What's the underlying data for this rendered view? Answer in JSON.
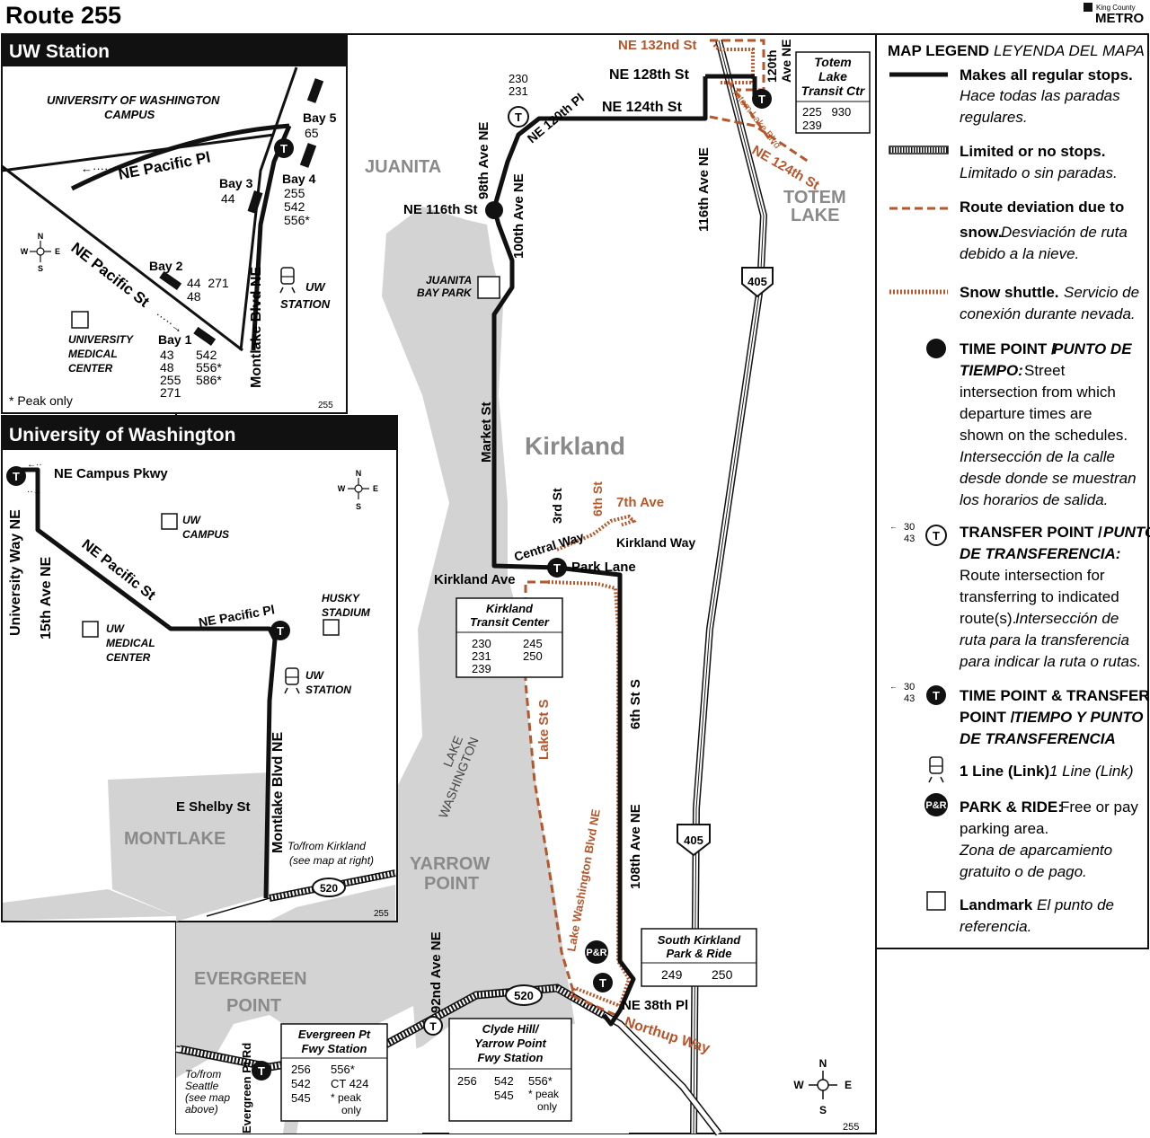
{
  "title": "Route 255",
  "brand": {
    "line1": "King County",
    "line2": "METRO"
  },
  "route_number": "255",
  "colors": {
    "route": "#111111",
    "deviation": "#b5562b",
    "water": "#d3d3d3",
    "label_orange": "#b5562b",
    "area_label": "#8a8a8a"
  },
  "uw_station": {
    "title": "UW Station",
    "campus": [
      "UNIVERSITY OF WASHINGTON",
      "CAMPUS"
    ],
    "pacific_pl": "NE Pacific Pl",
    "pacific_st": "NE Pacific St",
    "montlake": "Montlake Blvd NE",
    "bay5": {
      "name": "Bay 5",
      "routes": [
        "65"
      ]
    },
    "bay4": {
      "name": "Bay 4",
      "routes": [
        "255",
        "542",
        "556*"
      ]
    },
    "bay3": {
      "name": "Bay 3",
      "routes": [
        "44"
      ]
    },
    "bay2": {
      "name": "Bay 2",
      "routes": [
        "44  271",
        "48"
      ]
    },
    "bay1": {
      "name": "Bay 1",
      "routes_col1": [
        "43",
        "48",
        "255",
        "271"
      ],
      "routes_col2": [
        "542",
        "556*",
        "586*"
      ]
    },
    "uwmc": [
      "UNIVERSITY",
      "MEDICAL",
      "CENTER"
    ],
    "link_station": [
      "UW",
      "STATION"
    ],
    "peak_note": "* Peak only",
    "page_num": "255",
    "compass": {
      "n": "N",
      "s": "S",
      "e": "E",
      "w": "W"
    }
  },
  "uw_map": {
    "title": "University of Washington",
    "campus_pkwy": "NE Campus Pkwy",
    "university_way": "University Way NE",
    "ave15": "15th Ave NE",
    "pacific_st": "NE Pacific St",
    "pacific_pl": "NE Pacific Pl",
    "uw_campus": [
      "UW",
      "CAMPUS"
    ],
    "husky": [
      "HUSKY",
      "STADIUM"
    ],
    "uwmc": [
      "UW",
      "MEDICAL",
      "CENTER"
    ],
    "link_station": [
      "UW",
      "STATION"
    ],
    "montlake_blvd": "Montlake Blvd NE",
    "shelby": "E Shelby St",
    "montlake": "MONTLAKE",
    "to_kirkland": [
      "To/from Kirkland",
      "(see map at right)"
    ],
    "sr520": "520",
    "page_num": "255",
    "compass": {
      "n": "N",
      "s": "S",
      "e": "E",
      "w": "W"
    }
  },
  "main": {
    "ne132": "NE 132nd St",
    "ne128": "NE 128th St",
    "ave120": [
      "120th",
      "Ave NE"
    ],
    "ne124": "NE 124th St",
    "ne124_orange": "NE 124th St",
    "ne120pl": "NE 120th Pl",
    "totem_blvd": "Totem Lake Blvd",
    "totem_ctr": {
      "name": [
        "Totem",
        "Lake",
        "Transit Ctr"
      ],
      "routes": [
        "225   930",
        "239"
      ]
    },
    "top_transfer": [
      "230",
      "231"
    ],
    "ave98": "98th Ave NE",
    "ave100": "100th Ave NE",
    "ave116": "116th Ave NE",
    "juanita": "JUANITA",
    "totem_lake": [
      "TOTEM",
      "LAKE"
    ],
    "ne116": "NE 116th St",
    "juanita_bay": [
      "JUANITA",
      "BAY PARK"
    ],
    "i405": "405",
    "market": "Market St",
    "kirkland": "Kirkland",
    "st3": "3rd St",
    "st6": "6th St",
    "ave7": "7th Ave",
    "central": "Central Way",
    "kirkland_way": "Kirkland Way",
    "kirkland_ave": "Kirkland Ave",
    "park_lane": "Park Lane",
    "ktc": {
      "name": [
        "Kirkland",
        "Transit Center"
      ],
      "col1": [
        "230",
        "231",
        "239"
      ],
      "col2": [
        "245",
        "250"
      ]
    },
    "lake_wa": [
      "LAKE",
      "WASHINGTON"
    ],
    "lake_st": "Lake St S",
    "st6s": "6th St S",
    "ave108": "108th Ave NE",
    "lwblvd": "Lake Washington Blvd NE",
    "yarrow": [
      "YARROW",
      "POINT"
    ],
    "evergreen": [
      "EVERGREEN",
      "POINT"
    ],
    "ave92": "92nd Ave NE",
    "sr520": "520",
    "skpr": {
      "name": [
        "South Kirkland",
        "Park & Ride"
      ],
      "routes": [
        "249",
        "250"
      ]
    },
    "ne38": "NE 38th Pl",
    "northup": "Northup Way",
    "pr": "P&R",
    "evergreen_stn": {
      "name": [
        "Evergreen Pt",
        "Fwy Station"
      ],
      "col1": [
        "256",
        "542",
        "545"
      ],
      "col2": [
        "556*",
        "CT 424",
        "* peak",
        "only"
      ]
    },
    "clyde_stn": {
      "name": [
        "Clyde Hill/",
        "Yarrow Point",
        "Fwy Station"
      ],
      "col1": [
        "256"
      ],
      "col2": [
        "542",
        "545"
      ],
      "col3": [
        "556*",
        "* peak",
        "only"
      ]
    },
    "evergreen_rd": "Evergreen Pt Rd",
    "to_seattle": [
      "To/from",
      "Seattle",
      "(see map",
      "above)"
    ],
    "page_num": "255",
    "compass": {
      "n": "N",
      "s": "S",
      "e": "E",
      "w": "W"
    }
  },
  "legend": {
    "title_en": "MAP LEGEND",
    "title_es": "LEYENDA DEL MAPA",
    "items": [
      {
        "en": "Makes all regular stops.",
        "es": [
          "Hace todas las paradas",
          "regulares."
        ]
      },
      {
        "en": "Limited or no stops.",
        "es": [
          "Limitado o sin paradas."
        ]
      },
      {
        "en": "Route deviation due to",
        "en2": "snow.",
        "es": [
          "Desviación de ruta",
          "debido a la nieve."
        ]
      },
      {
        "en": "Snow shuttle.",
        "es": [
          "Servicio de",
          "conexión durante nevada."
        ]
      },
      {
        "en": "TIME POINT /",
        "es_head": "PUNTO DE",
        "es_head2": "TIEMPO:",
        "body": [
          "Street",
          "intersection from which",
          "departure times are",
          "shown on the schedules."
        ],
        "es": [
          "Intersección de la calle",
          "desde donde se muestran",
          "los horarios de salida."
        ]
      },
      {
        "en": "TRANSFER POINT /",
        "es_head": "PUNTO",
        "es_head2": "DE TRANSFERENCIA:",
        "body": [
          "Route intersection for",
          "transferring to indicated",
          "route(s)."
        ],
        "es": [
          "Intersección de",
          "ruta para la transferencia",
          "para indicar la ruta o rutas."
        ]
      },
      {
        "en": "TIME POINT & TRANSFER",
        "en2": "POINT /",
        "es_head": "TIEMPO Y PUNTO",
        "es_head2": "DE TRANSFERENCIA"
      },
      {
        "en": "1 Line (Link)",
        "es": [
          "1 Line (Link)"
        ]
      },
      {
        "en": "PARK & RIDE:",
        "body": [
          "Free or pay",
          "parking area."
        ],
        "es": [
          "Zona de aparcamiento",
          "gratuito o de pago."
        ]
      },
      {
        "en": "Landmark",
        "es": [
          "El punto de",
          "referencia."
        ]
      }
    ],
    "sample_routes": [
      "30",
      "43"
    ],
    "t": "T",
    "pr": "P&R"
  }
}
